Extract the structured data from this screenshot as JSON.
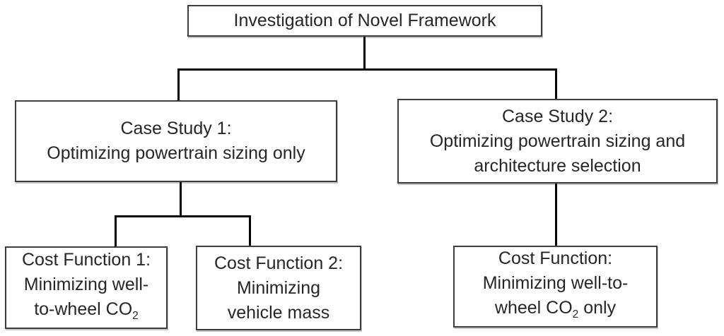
{
  "diagram": {
    "nodes": {
      "root": {
        "text": "Investigation of Novel Framework"
      },
      "case1": {
        "line1": "Case Study 1:",
        "line2": "Optimizing powertrain sizing only"
      },
      "case2": {
        "line1": "Case Study 2:",
        "line2": "Optimizing powertrain sizing and",
        "line3": "architecture selection"
      },
      "cf1": {
        "line1": "Cost Function 1:",
        "line2": "Minimizing well-",
        "line3_pre": "to-wheel CO",
        "line3_sub": "2",
        "line3_post": ""
      },
      "cf2": {
        "line1": "Cost Function 2:",
        "line2": "Minimizing",
        "line3": "vehicle mass"
      },
      "cf3": {
        "line1": "Cost Function:",
        "line2": "Minimizing well-to-",
        "line3_pre": "wheel CO",
        "line3_sub": "2",
        "line3_post": " only"
      }
    },
    "colors": {
      "border": "#3d3d3d",
      "connector": "#000000",
      "text": "#262626",
      "background": "#ffffff"
    }
  }
}
